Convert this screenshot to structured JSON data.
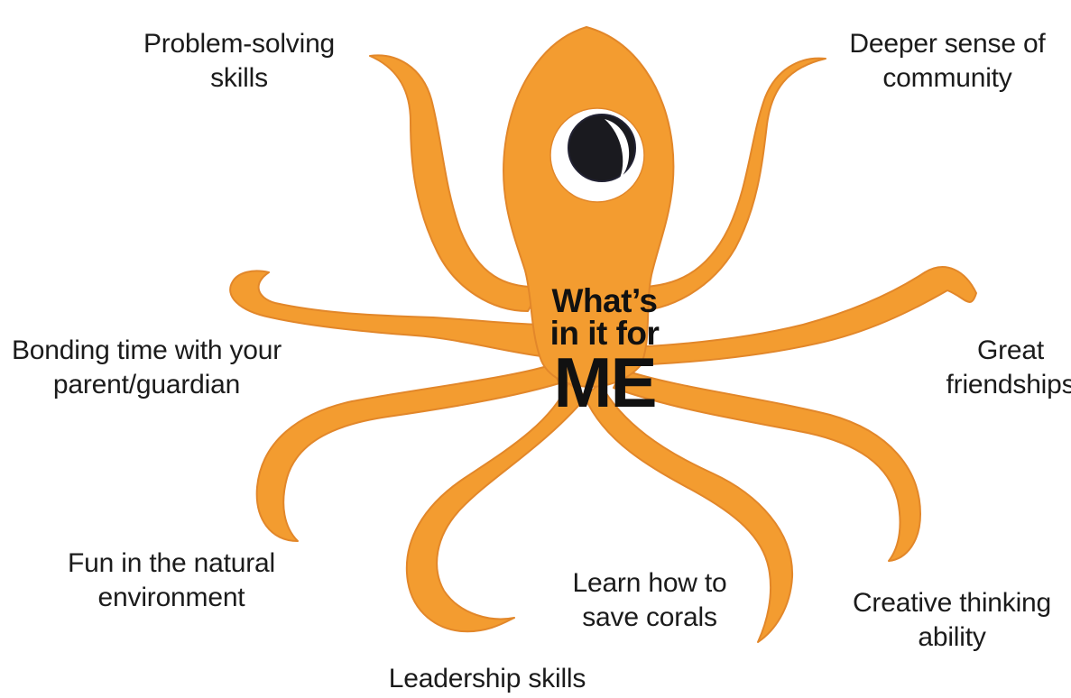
{
  "colors": {
    "body": "#f39c30",
    "outline": "#e2872a",
    "eye_white": "#ffffff",
    "pupil": "#1a1a1f"
  },
  "center": {
    "line1": "What’s",
    "line2": "in it for",
    "line3": "ME"
  },
  "labels": {
    "problem_solving": [
      "Problem-solving",
      "skills"
    ],
    "community": [
      "Deeper sense of",
      "community"
    ],
    "bonding": [
      "Bonding time with your",
      "parent/guardian"
    ],
    "friendships": [
      "Great",
      "friendships"
    ],
    "fun": [
      "Fun in the natural",
      "environment"
    ],
    "corals": [
      "Learn how to",
      "save corals"
    ],
    "creative": [
      "Creative thinking",
      "ability"
    ],
    "leadership": [
      "Leadership skills"
    ]
  }
}
